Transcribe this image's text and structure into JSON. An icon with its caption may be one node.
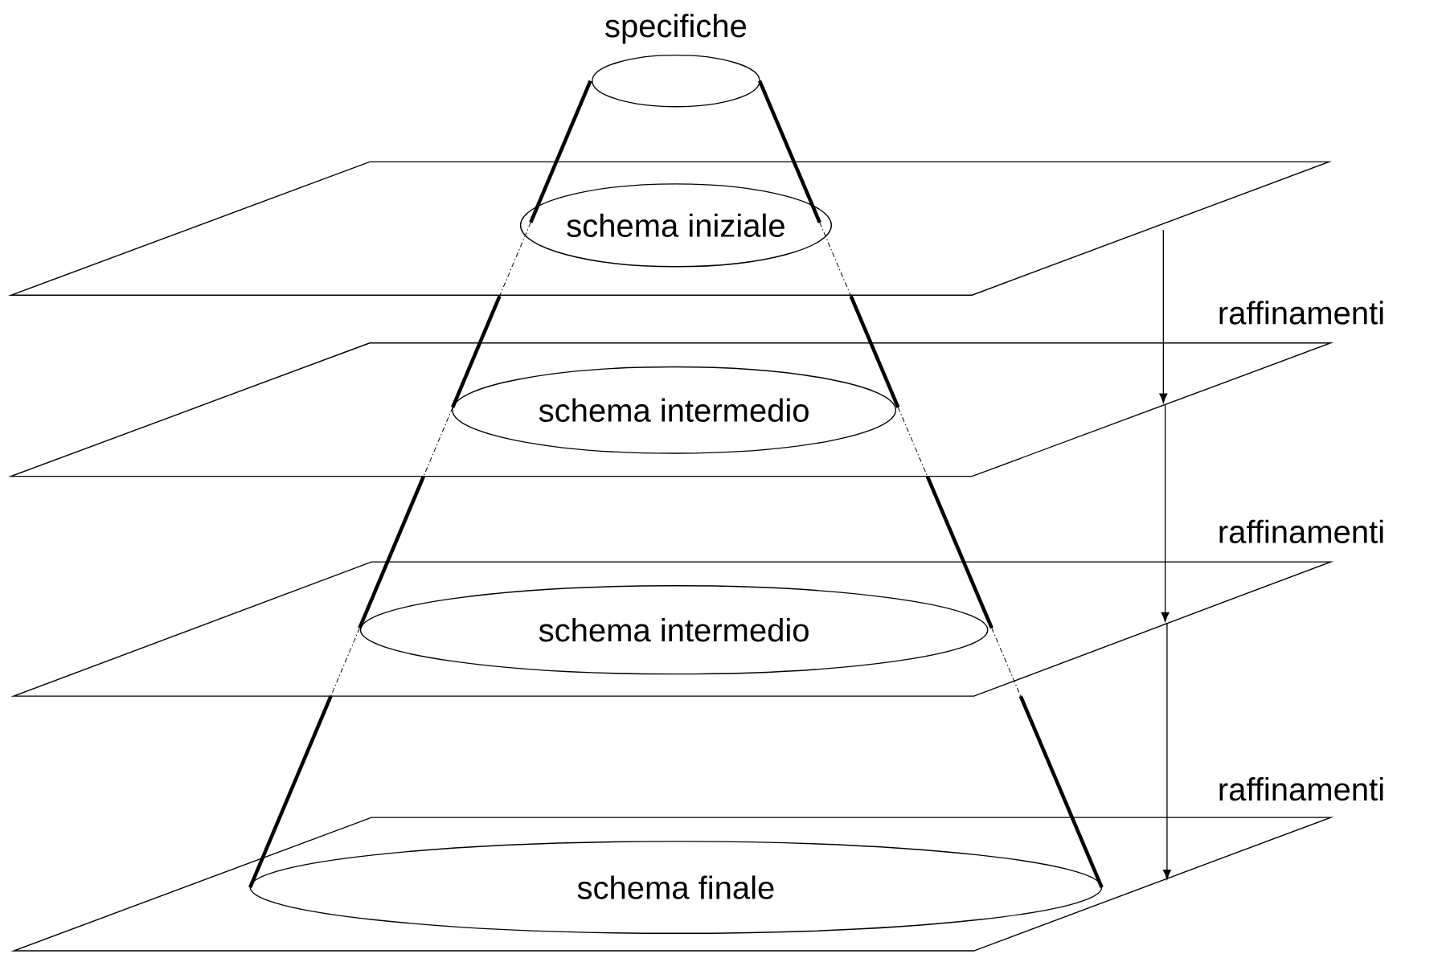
{
  "diagram": {
    "nodes": [
      {
        "text": [
          "specifiche"
        ]
      },
      {
        "text": [
          "schema iniziale"
        ]
      },
      {
        "text": [
          "schema intermedio"
        ]
      },
      {
        "text": [
          "schema intermedio"
        ]
      },
      {
        "text": [
          "schema finale"
        ]
      }
    ],
    "labels": [
      "raffinamenti",
      "raffinamenti",
      "raffinamenti"
    ]
  }
}
